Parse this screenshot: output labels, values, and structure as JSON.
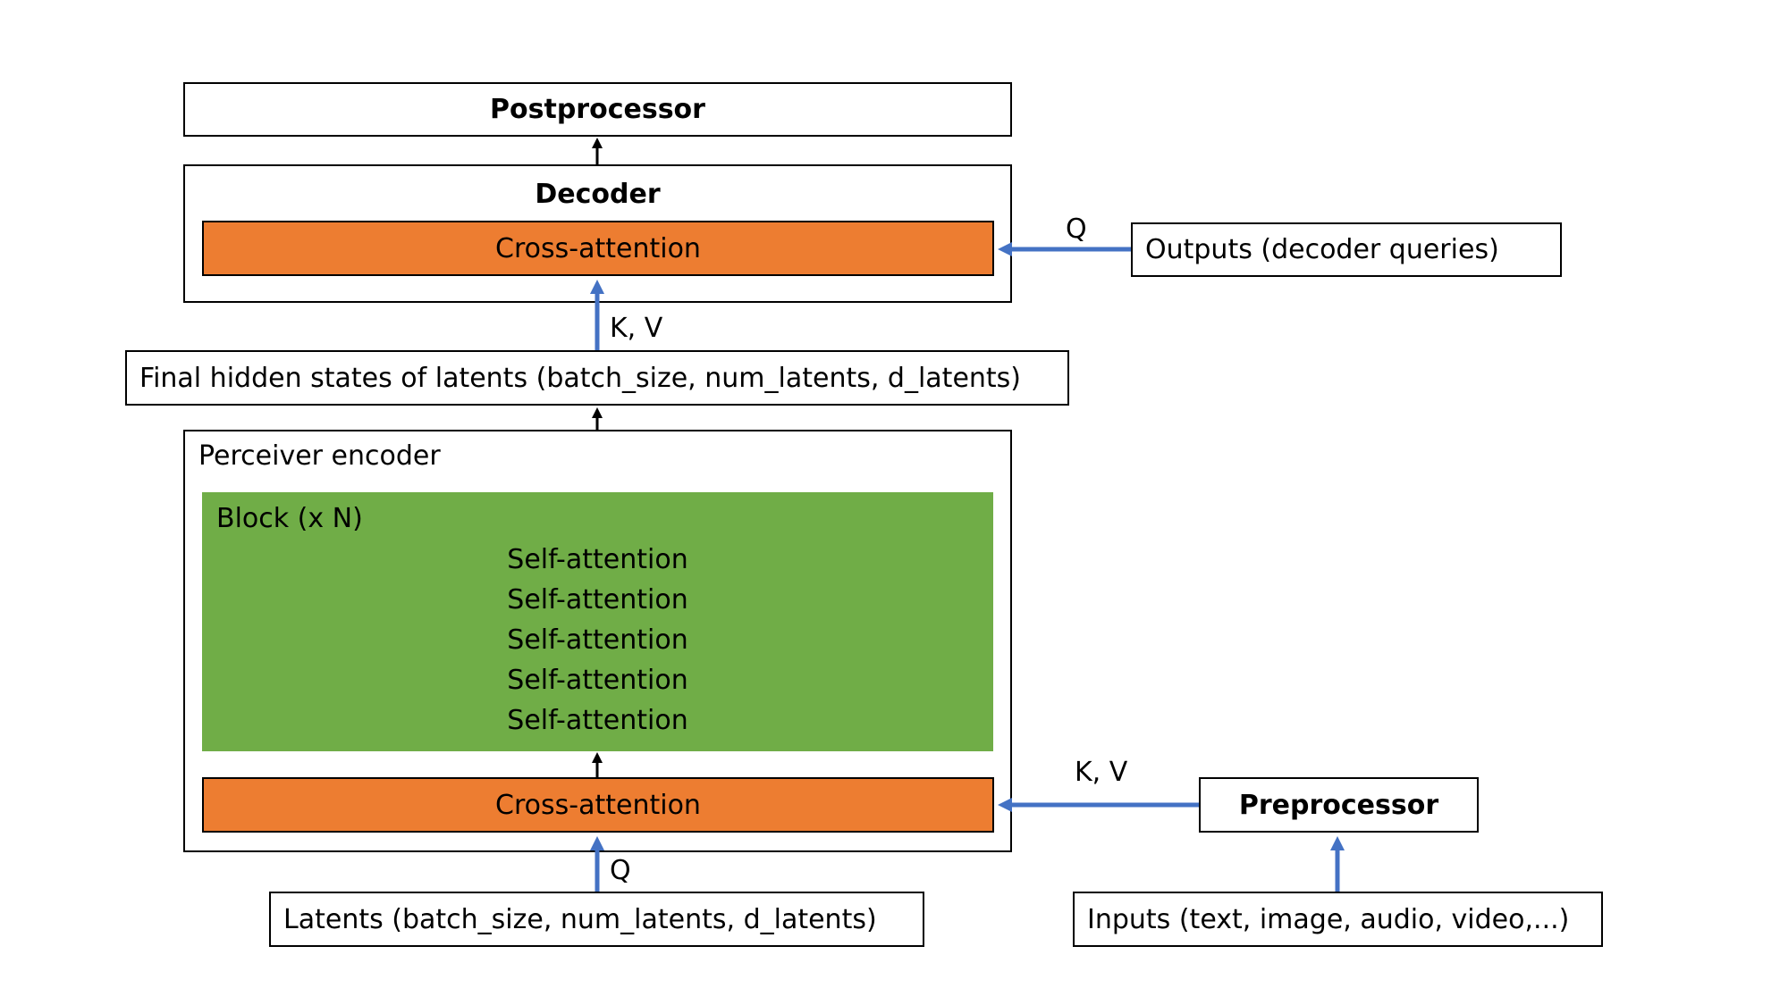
{
  "postprocessor": {
    "label": "Postprocessor"
  },
  "decoder": {
    "title": "Decoder",
    "cross_attention": "Cross-attention"
  },
  "outputs": {
    "label": "Outputs (decoder queries)"
  },
  "edge_labels": {
    "decoder_q": "Q",
    "decoder_kv": "K, V",
    "encoder_kv": "K, V",
    "encoder_q": "Q"
  },
  "final_hidden": {
    "label": "Final hidden states of latents (batch_size, num_latents, d_latents)"
  },
  "encoder": {
    "title": "Perceiver encoder",
    "block": {
      "title": "Block (x N)",
      "layers": [
        "Self-attention",
        "Self-attention",
        "Self-attention",
        "Self-attention",
        "Self-attention"
      ]
    },
    "cross_attention": "Cross-attention"
  },
  "preprocessor": {
    "label": "Preprocessor"
  },
  "latents": {
    "label": "Latents (batch_size, num_latents, d_latents)"
  },
  "inputs": {
    "label": "Inputs (text, image, audio, video,...)"
  },
  "colors": {
    "cross_attention_fill": "#ED7D31",
    "block_fill": "#70AD47",
    "blue_arrow": "#4472C4",
    "black_arrow": "#000000"
  }
}
